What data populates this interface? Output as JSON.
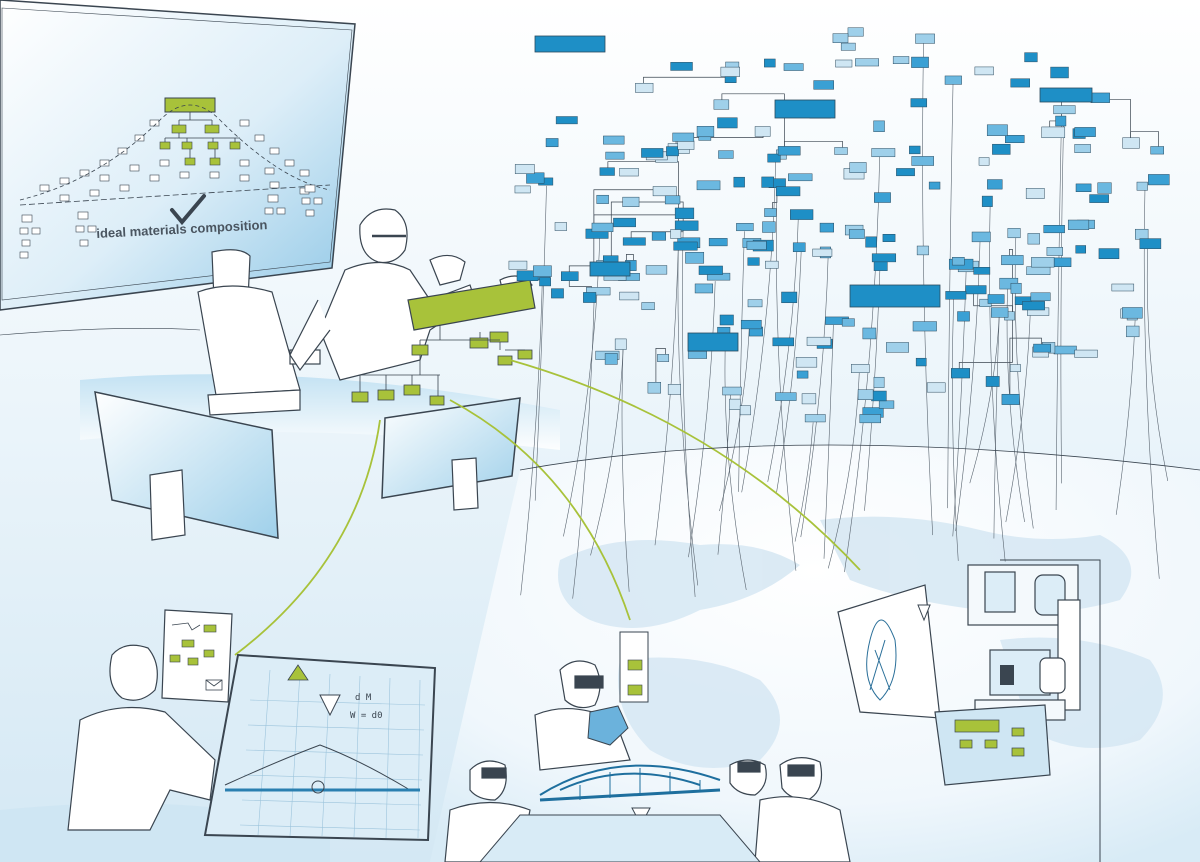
{
  "illustration": {
    "screen_caption": "ideal materials composition",
    "colors": {
      "accent_green": "#a8c23a",
      "accent_blue": "#1e8fc6",
      "light_blue": "#cfe6f3",
      "line": "#3a4550",
      "land": "#e3eef6"
    }
  },
  "formula_screen": {
    "formula_top": "d M",
    "formula_bottom": "W = d0"
  },
  "icons": [
    "checkmark-icon",
    "warning-triangle-icon",
    "envelope-icon",
    "vr-headset-icon"
  ]
}
